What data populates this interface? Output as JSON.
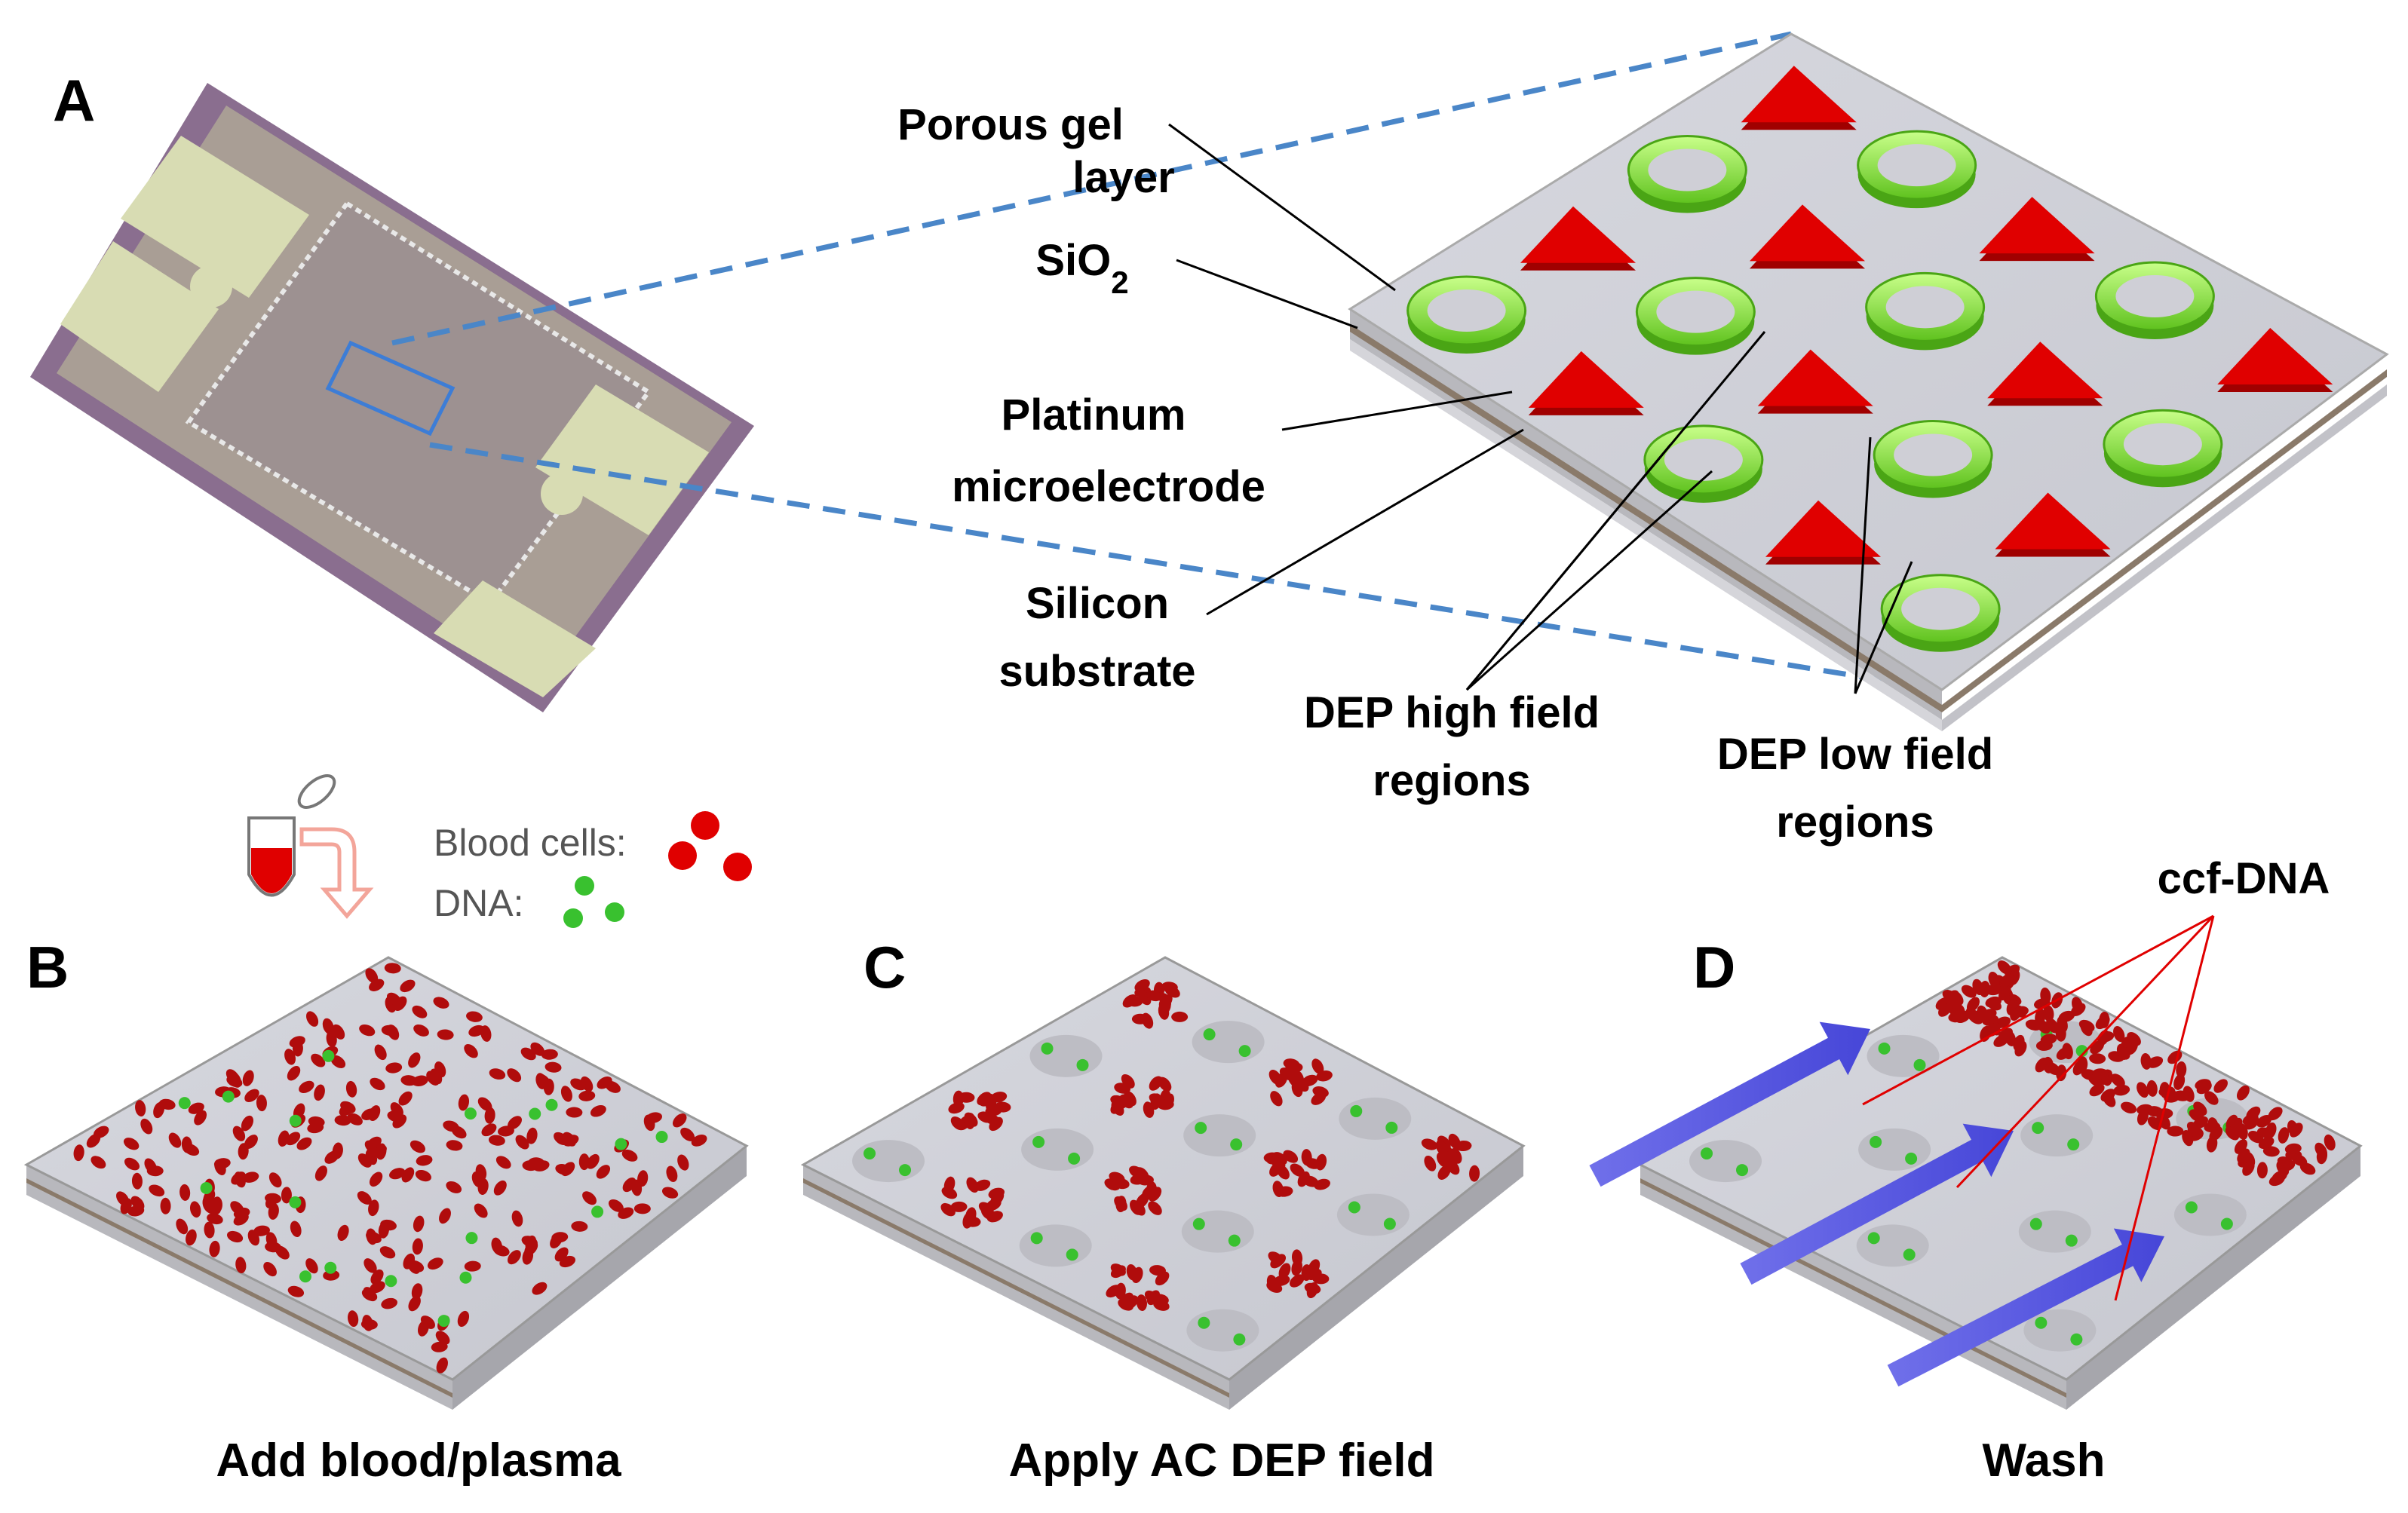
{
  "panels": {
    "A": {
      "letter": "A",
      "callouts": {
        "porous_gel_1": "Porous gel",
        "porous_gel_2": "layer",
        "sio2_base": "SiO",
        "sio2_sub": "2",
        "platinum_1": "Platinum",
        "platinum_2": "microelectrode",
        "silicon_1": "Silicon",
        "silicon_2": "substrate",
        "dep_high_1": "DEP high field",
        "dep_high_2": "regions",
        "dep_low_1": "DEP low field",
        "dep_low_2": "regions"
      }
    },
    "B": {
      "letter": "B",
      "caption": "Add blood/plasma",
      "legend_blood": "Blood cells:",
      "legend_dna": "DNA:"
    },
    "C": {
      "letter": "C",
      "caption": "Apply AC DEP field"
    },
    "D": {
      "letter": "D",
      "caption": "Wash",
      "ccf_label": "ccf-DNA"
    }
  },
  "colors": {
    "electrode_ring": "#8fe84a",
    "low_field_triangle": "#e00000",
    "blood_cell": "#b00c0c",
    "dna": "#39c12f",
    "wash_arrow": "#5a5ae0",
    "chip_photo_frame": "#8a6e8f",
    "zoom_line": "#4a86c8",
    "ccf_line": "#e00000"
  }
}
